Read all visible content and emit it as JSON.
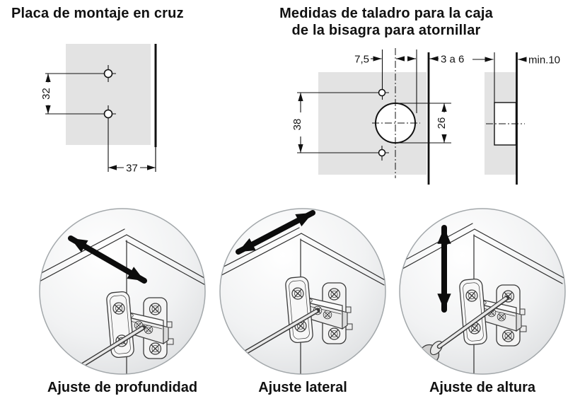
{
  "header": {
    "title_left": "Placa de montaje en cruz",
    "title_right_line1": "Medidas de taladro para la caja",
    "title_right_line2": "de la bisagra para atornillar"
  },
  "left_diagram": {
    "dim_vertical": "32",
    "dim_horizontal": "37"
  },
  "drill_diagram": {
    "dim_offset": "7,5",
    "dim_edge": "3 a 6",
    "dim_spacing": "38",
    "dim_cup": "26",
    "dim_depth": "min.10"
  },
  "adjustments": [
    {
      "caption": "Ajuste de profundidad"
    },
    {
      "caption": "Ajuste lateral"
    },
    {
      "caption": "Ajuste de altura"
    }
  ],
  "colors": {
    "panel_gray": "#e3e3e3",
    "line_black": "#111111",
    "arrow_black": "#0c0c0c",
    "circle_edge_gray": "#d8dadc"
  }
}
